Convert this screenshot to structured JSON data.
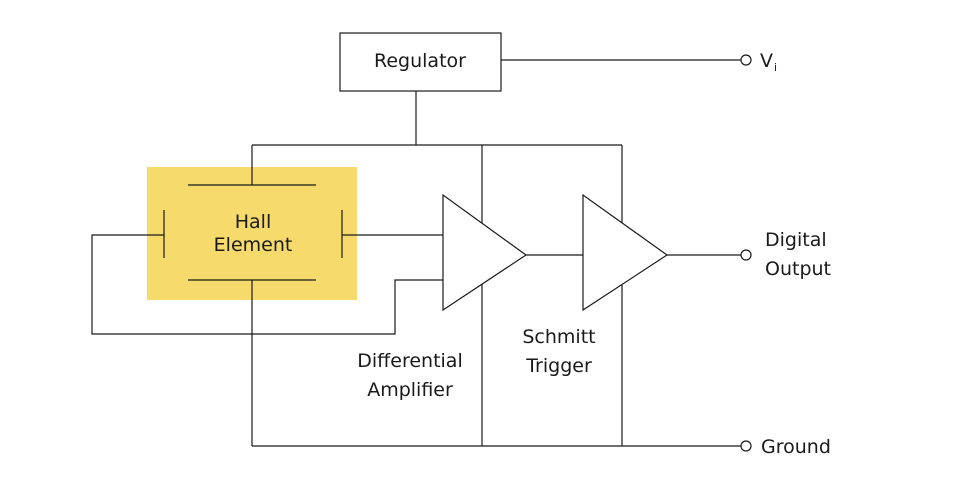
{
  "blocks": {
    "regulator": "Regulator",
    "hall_element": [
      "Hall",
      "Element"
    ],
    "differential_amplifier": [
      "Differential",
      "Amplifier"
    ],
    "schmitt_trigger": [
      "Schmitt",
      "Trigger"
    ]
  },
  "terminals": {
    "vi": "V",
    "vi_sub": "i",
    "digital_output": [
      "Digital",
      "Output"
    ],
    "ground": "Ground"
  },
  "colors": {
    "hall_fill": "#f6da6b",
    "line": "#1a1a1a"
  }
}
